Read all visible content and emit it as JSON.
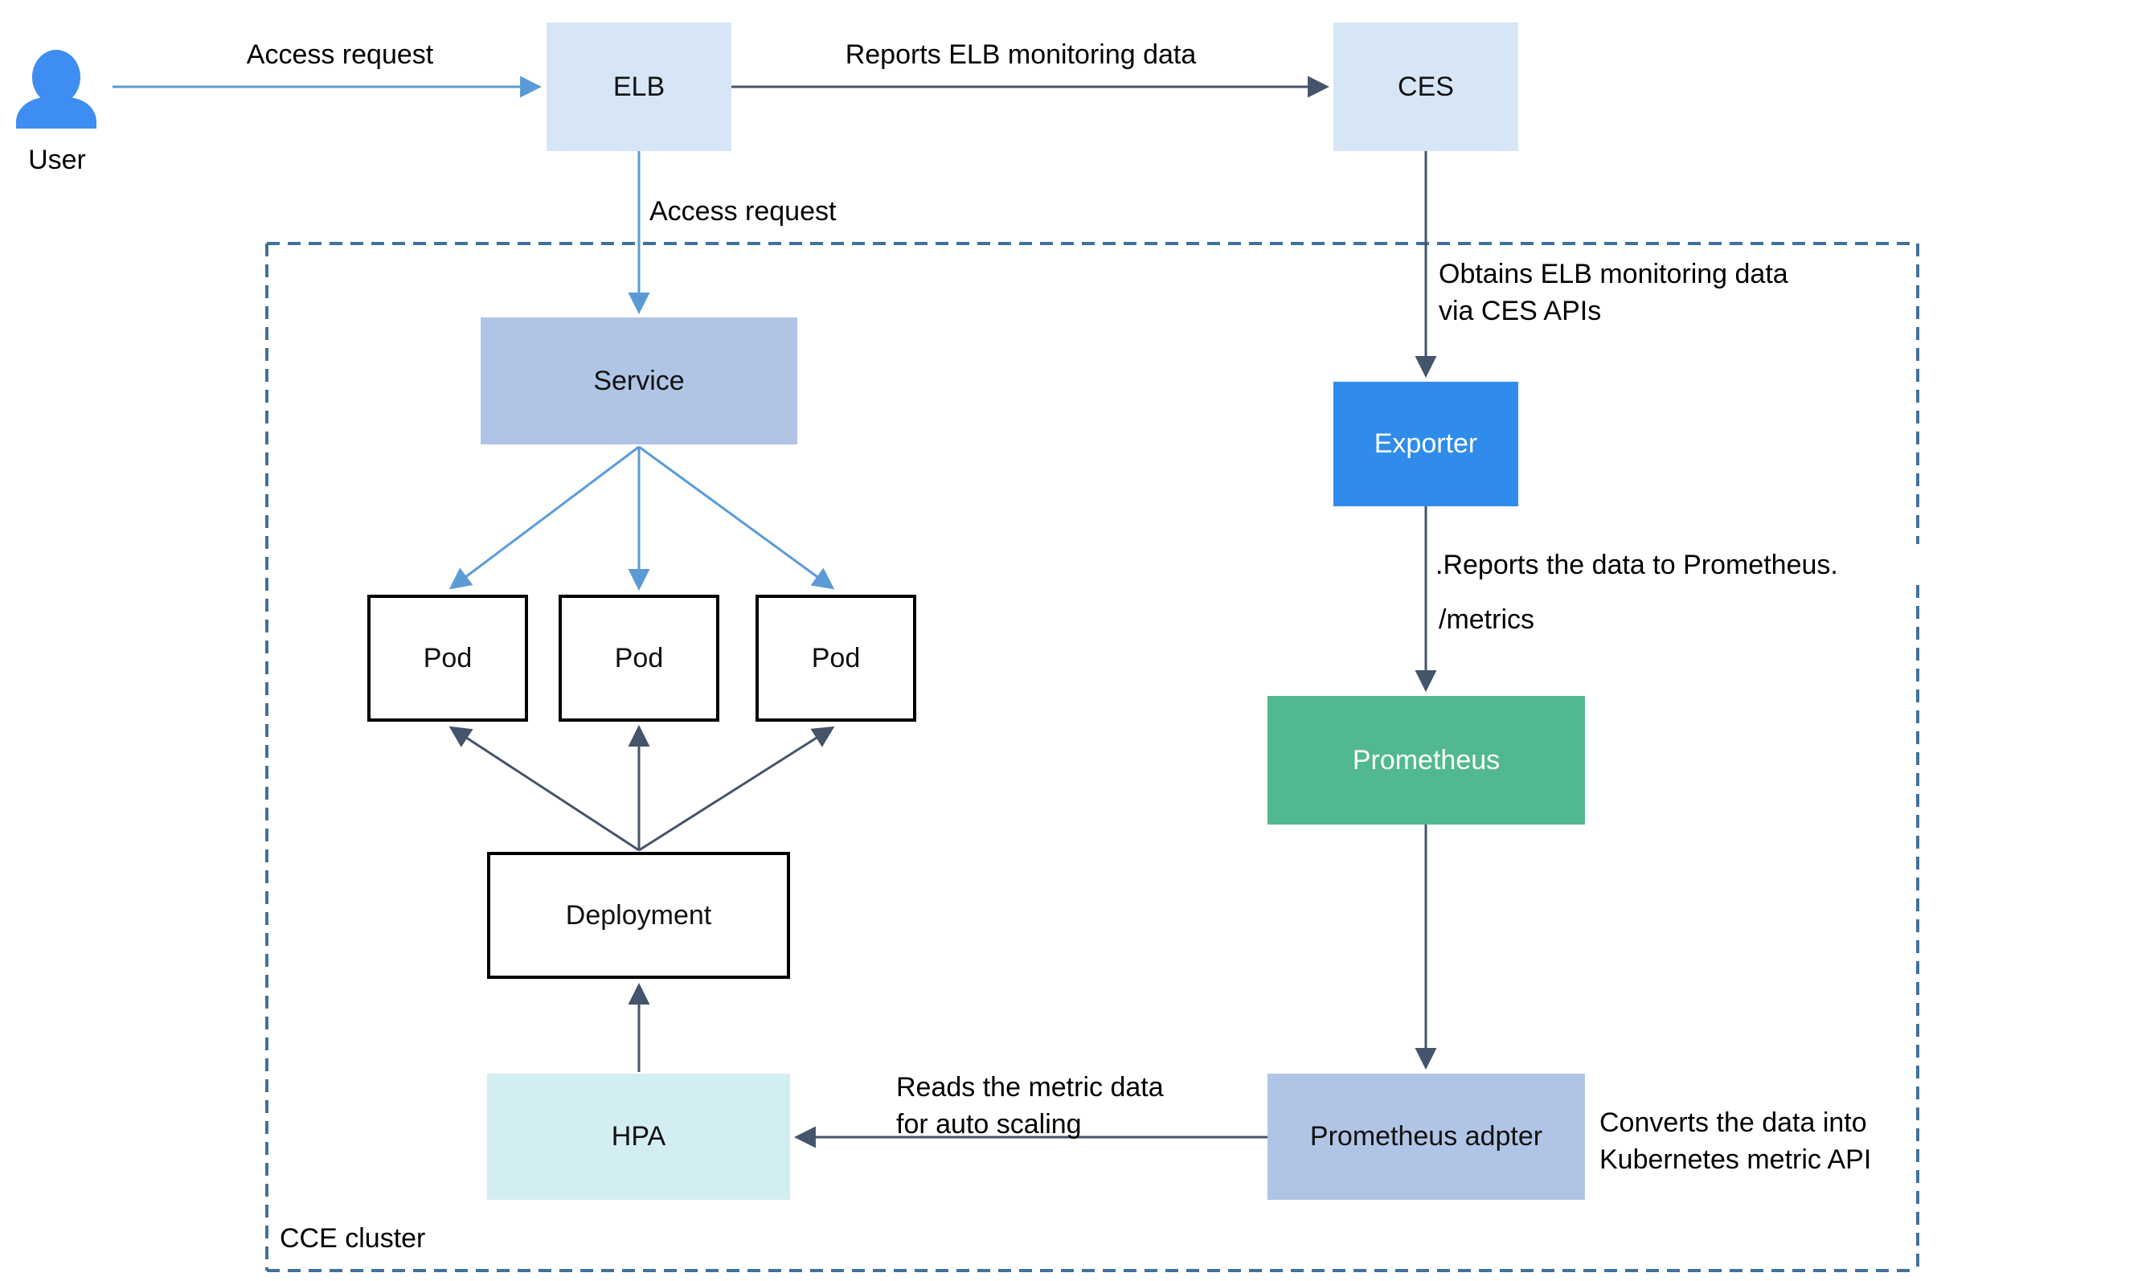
{
  "diagram": {
    "title_context": "ELB monitoring based auto scaling on CCE",
    "cluster": {
      "label": "CCE cluster",
      "border_color": "#41719C"
    },
    "colors": {
      "arrow_blue": "#5B9BD5",
      "arrow_dark": "#44546A",
      "user_icon_blue": "#3E8DF2",
      "light_blue_box": "#D6E6F7",
      "periwinkle_box": "#B0C4E5",
      "bright_blue_box": "#2F8CEA",
      "green_box": "#52B890",
      "cyan_box": "#D3EEF3",
      "white_box": "#FFFFFF",
      "box_outline": "#000000"
    },
    "nodes": {
      "user": {
        "label": "User",
        "icon": "user-person-icon",
        "fill": "#3E8DF2"
      },
      "elb": {
        "label": "ELB",
        "fill": "#D6E6F7"
      },
      "ces": {
        "label": "CES",
        "fill": "#D6E6F7"
      },
      "service": {
        "label": "Service",
        "fill": "#B0C4E5"
      },
      "pod1": {
        "label": "Pod",
        "fill": "#FFFFFF"
      },
      "pod2": {
        "label": "Pod",
        "fill": "#FFFFFF"
      },
      "pod3": {
        "label": "Pod",
        "fill": "#FFFFFF"
      },
      "deployment": {
        "label": "Deployment",
        "fill": "#FFFFFF"
      },
      "hpa": {
        "label": "HPA",
        "fill": "#D3EEF3"
      },
      "exporter": {
        "label": "Exporter",
        "fill": "#2F8CEA"
      },
      "prometheus": {
        "label": "Prometheus",
        "fill": "#52B890"
      },
      "prometheus_adapter": {
        "label": "Prometheus adpter",
        "fill": "#B0C4E5"
      }
    },
    "edge_labels": {
      "access_request_top": "Access request",
      "reports_elb_monitoring": "Reports ELB monitoring data",
      "access_request_cluster": "Access request",
      "obtains_line1": "Obtains ELB monitoring data",
      "obtains_line2": "via CES APIs",
      "reports_prometheus_line1": ".Reports the data to Prometheus.",
      "reports_prometheus_line2": "/metrics",
      "reads_metric_line1": "Reads the metric data",
      "reads_metric_line2": "for auto scaling",
      "converts_line1": "Converts the data into",
      "converts_line2": "Kubernetes metric API"
    }
  }
}
